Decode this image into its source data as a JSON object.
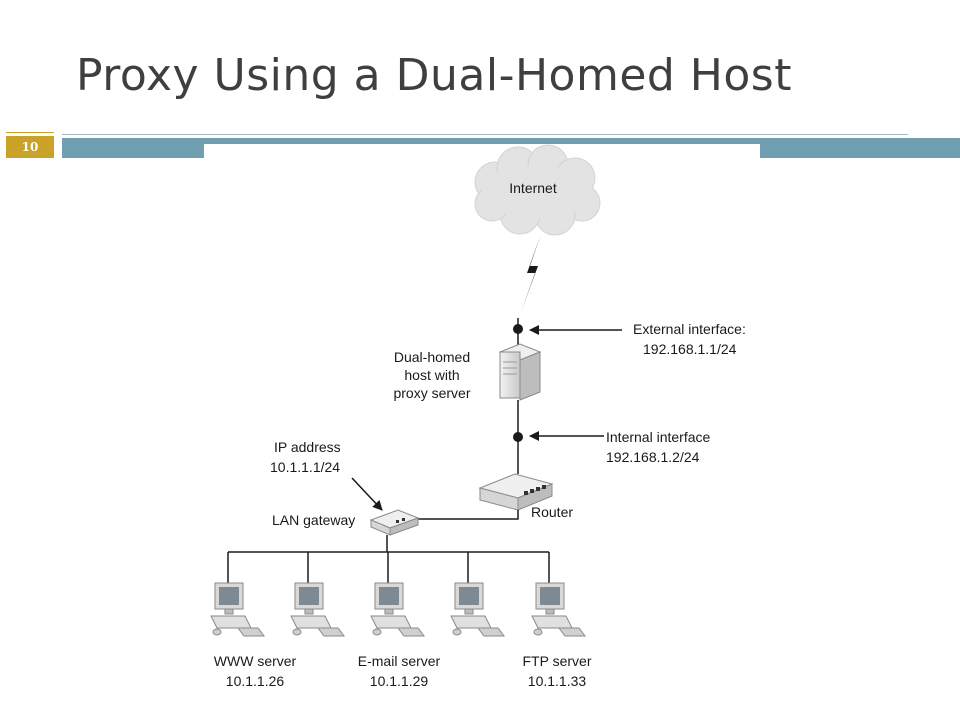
{
  "slide": {
    "title": "Proxy Using a Dual-Homed Host",
    "page_number": "10"
  },
  "diagram": {
    "internet_label": "Internet",
    "external_interface": {
      "line1": "External interface:",
      "line2": "192.168.1.1/24"
    },
    "internal_interface": {
      "line1": "Internal interface",
      "line2": "192.168.1.2/24"
    },
    "dual_homed": {
      "line1": "Dual-homed",
      "line2": "host with",
      "line3": "proxy server"
    },
    "ip_address": {
      "line1": "IP address",
      "line2": "10.1.1.1/24"
    },
    "lan_gateway_label": "LAN gateway",
    "router_label": "Router",
    "servers": [
      {
        "name": "WWW server",
        "ip": "10.1.1.26"
      },
      {
        "name": "E-mail server",
        "ip": "10.1.1.29"
      },
      {
        "name": "FTP server",
        "ip": "10.1.1.33"
      }
    ]
  }
}
